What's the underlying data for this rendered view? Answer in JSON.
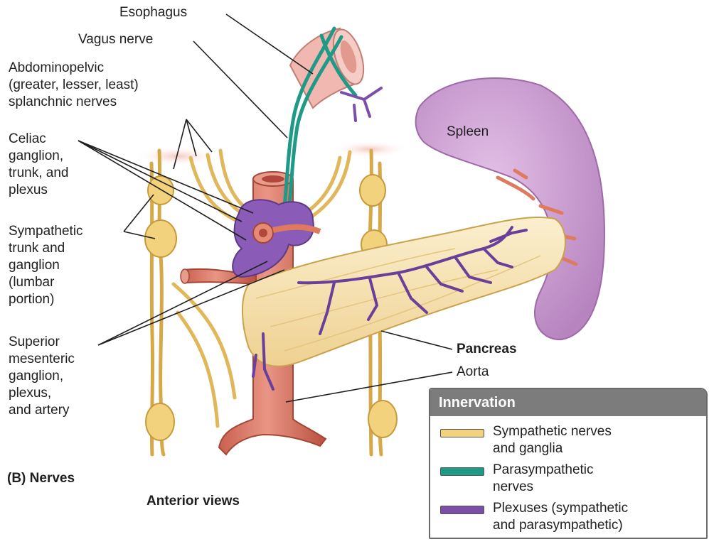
{
  "labels": {
    "esophagus": "Esophagus",
    "vagus_nerve": "Vagus nerve",
    "splanchnic": "Abdominopelvic\n(greater, lesser, least)\nsplanchnic nerves",
    "celiac": "Celiac\nganglion,\ntrunk, and\nplexus",
    "sympathetic_trunk": "Sympathetic\ntrunk and\nganglion\n(lumbar\nportion)",
    "superior_mesenteric": "Superior\nmesenteric\nganglion,\nplexus,\nand artery",
    "spleen": "Spleen",
    "pancreas": "Pancreas",
    "aorta": "Aorta",
    "panel": "(B) Nerves",
    "view": "Anterior views"
  },
  "legend": {
    "title": "Innervation",
    "items": [
      {
        "label": "Sympathetic nerves\nand ganglia",
        "color": "#f3d27e"
      },
      {
        "label": "Parasympathetic\nnerves",
        "color": "#1e9a86"
      },
      {
        "label": "Plexuses (sympathetic\nand parasympathetic)",
        "color": "#7b4fa8"
      }
    ]
  },
  "colors": {
    "sympathetic": "#e9c36c",
    "parasympathetic": "#1e9a86",
    "plexus": "#7b4fa8",
    "aorta": "#d87a6c",
    "spleen": "#c99ad0",
    "pancreas": "#f5dfa7",
    "esophagus": "#f0b8b0"
  }
}
